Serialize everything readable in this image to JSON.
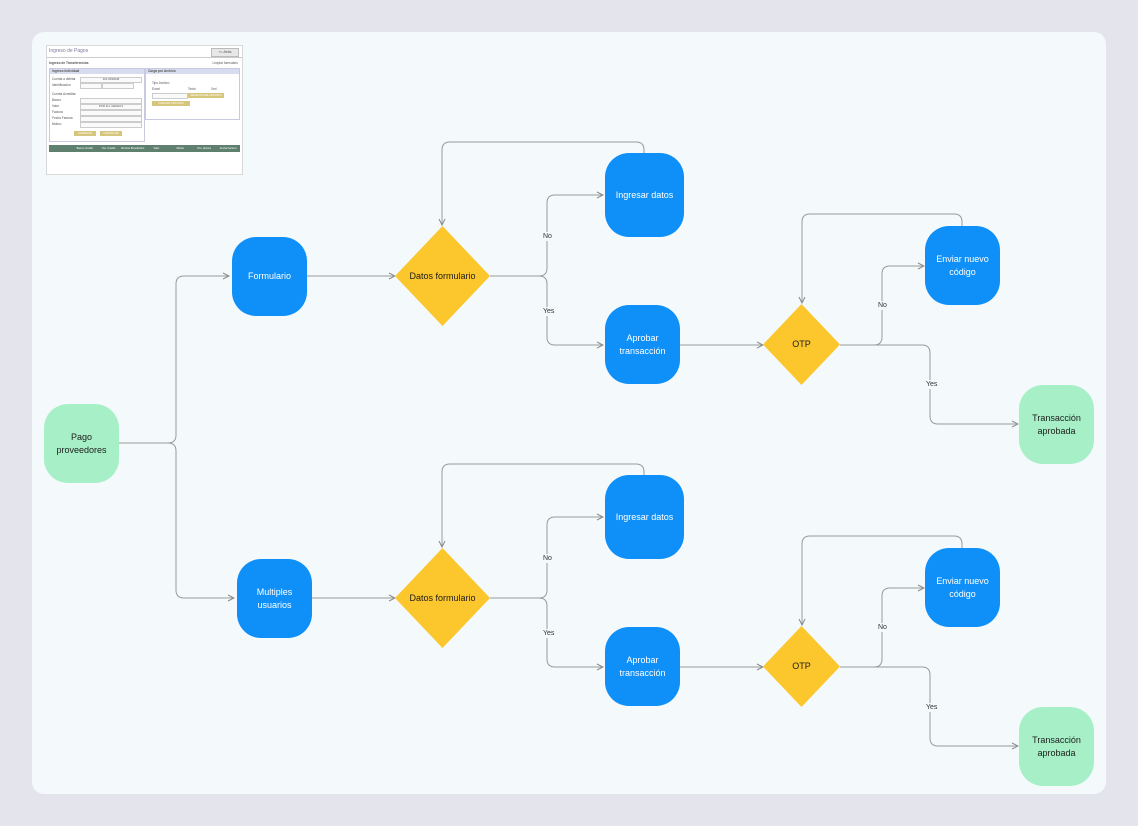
{
  "mini_screenshot": {
    "title": "Ingreso de Pagos",
    "back_button": "<< Atrás",
    "section": "Ingreso de Transferencias",
    "clear_link": "Limpiar formulario",
    "panel_left_title": "Ingreso Individual",
    "panel_right_title": "Carga por Archivo",
    "fields": [
      "Cuenta a debitar",
      "Identificación",
      "Cuenta Acreditar",
      "Banco",
      "Valor",
      "Factura",
      "Fecha Factura",
      "Motivo"
    ],
    "account_value": "301-8030048",
    "amount_value": "POR FLL GENEUS",
    "file_label": "Tipo Archivo",
    "file_types": [
      "Excel",
      "Texto",
      "Xml"
    ],
    "select_file_button": "SELECCIONE ARCHIVO",
    "load_file_button": "CARGAR ARCHIVO",
    "add_button": "AGREGAR",
    "cancel_button": "CANCELAR",
    "table_headers": [
      "",
      "Banco Crédito",
      "Cta. Crédito",
      "Nombre Beneficiario",
      "Valor",
      "Motivo",
      "Nro. factura",
      "Fecha Factura"
    ]
  },
  "nodes": {
    "start": "Pago proveedores",
    "form1": "Formulario",
    "dec1": "Datos formulario",
    "enter1": "Ingresar datos",
    "approve1": "Aprobar transacción",
    "otp1": "OTP",
    "resend1": "Enviar nuevo código",
    "done1": "Transacción aprobada",
    "form2": "Multiples usuarios",
    "dec2": "Datos formulario",
    "enter2": "Ingresar datos",
    "approve2": "Aprobar transacción",
    "otp2": "OTP",
    "resend2": "Enviar nuevo código",
    "done2": "Transacción aprobada"
  },
  "edge_labels": {
    "no": "No",
    "yes": "Yes"
  },
  "colors": {
    "process": "#0f8ff8",
    "decision": "#fcc62d",
    "terminal": "#a7f0c7",
    "connector": "#9a9a9a"
  }
}
